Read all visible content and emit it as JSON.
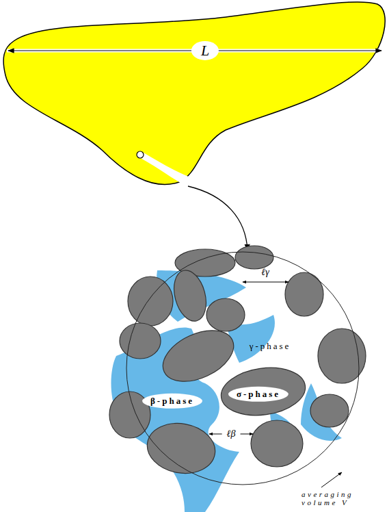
{
  "diagram": {
    "labels": [
      "L",
      "ℓγ",
      "γ-phase",
      "β-phase",
      "σ-phase",
      "ℓβ",
      "averaging volume V"
    ]
  }
}
